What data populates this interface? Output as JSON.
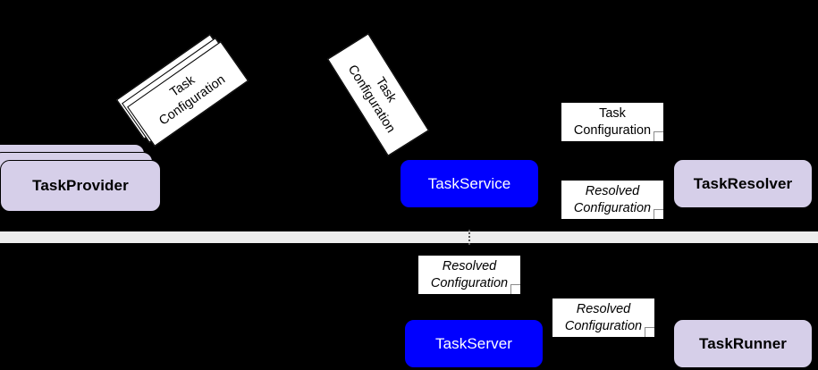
{
  "diagram": {
    "background_color": "#000000",
    "component_fill": "#D6CFE9",
    "service_fill": "#0000FF",
    "note_fill": "#FFFFFF",
    "divider_color": "#EDEDED"
  },
  "nodes": {
    "task_provider": {
      "label": "TaskProvider",
      "kind": "component",
      "stacked": true
    },
    "task_service": {
      "label": "TaskService",
      "kind": "service"
    },
    "task_resolver": {
      "label": "TaskResolver",
      "kind": "component"
    },
    "task_server": {
      "label": "TaskServer",
      "kind": "service"
    },
    "task_runner": {
      "label": "TaskRunner",
      "kind": "component"
    }
  },
  "documents": {
    "provider_config_stack": {
      "line1": "Task",
      "line2": "Configuration",
      "stacked": true,
      "rotation": -35
    },
    "service_config": {
      "line1": "Task",
      "line2": "Configuration",
      "stacked": false,
      "rotation": 58
    }
  },
  "notes": {
    "resolver_task_config": {
      "line1": "Task",
      "line2": "Configuration",
      "italic": false
    },
    "resolver_resolved_config": {
      "line1": "Resolved",
      "line2": "Configuration",
      "italic": true
    },
    "server_resolved_config": {
      "line1": "Resolved",
      "line2": "Configuration",
      "italic": true
    },
    "runner_resolved_config": {
      "line1": "Resolved",
      "line2": "Configuration",
      "italic": true
    }
  }
}
